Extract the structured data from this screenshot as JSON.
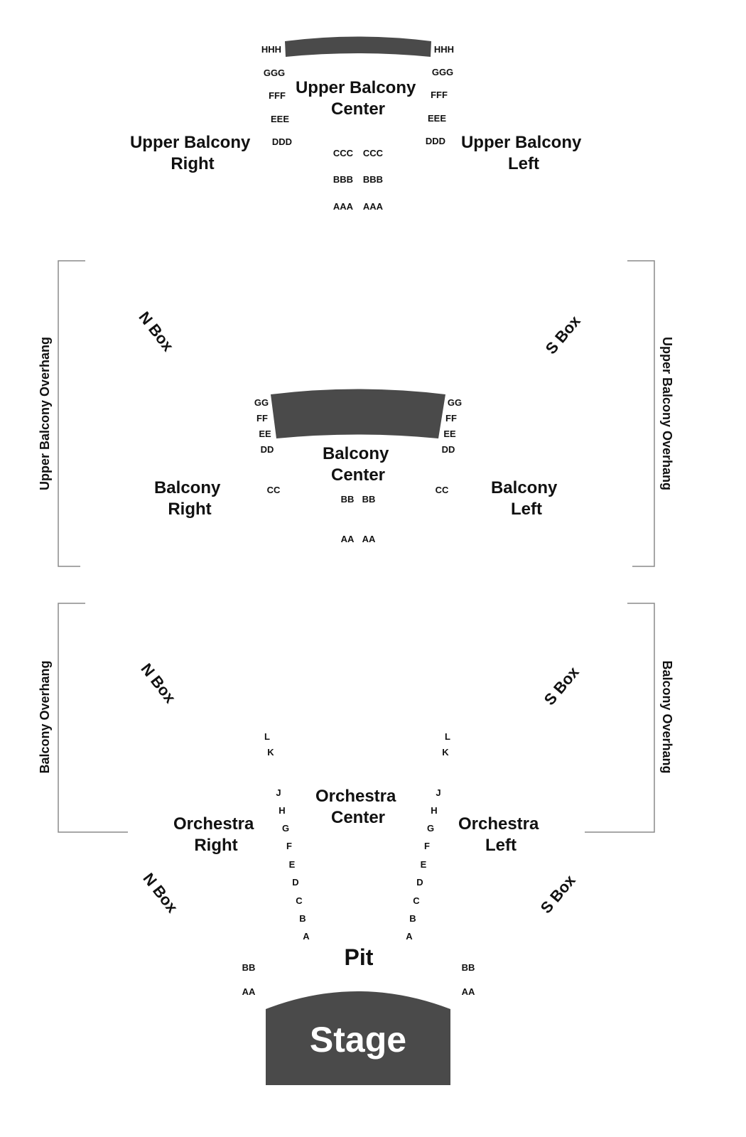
{
  "colors": {
    "shape": "#4a4a4a",
    "text": "#111111",
    "bracket": "#8a8a8a",
    "stage_text": "#ffffff"
  },
  "upper_balcony": {
    "center": [
      "Upper Balcony",
      "Center"
    ],
    "right": [
      "Upper Balcony",
      "Right"
    ],
    "left": [
      "Upper Balcony",
      "Left"
    ],
    "outer_rows": [
      "HHH",
      "GGG",
      "FFF",
      "EEE",
      "DDD"
    ],
    "inner_rows": [
      "CCC",
      "BBB",
      "AAA"
    ]
  },
  "balcony": {
    "center": [
      "Balcony",
      "Center"
    ],
    "right": [
      "Balcony",
      "Right"
    ],
    "left": [
      "Balcony",
      "Left"
    ],
    "outer_rows": [
      "GG",
      "FF",
      "EE",
      "DD",
      "CC"
    ],
    "inner_rows": [
      "BB",
      "AA"
    ],
    "boxes": {
      "left": "N Box",
      "right": "S Box"
    },
    "overhang": "Upper Balcony Overhang"
  },
  "orchestra": {
    "center": [
      "Orchestra",
      "Center"
    ],
    "right": [
      "Orchestra",
      "Right"
    ],
    "left": [
      "Orchestra",
      "Left"
    ],
    "rows": [
      "L",
      "K",
      "J",
      "H",
      "G",
      "F",
      "E",
      "D",
      "C",
      "B",
      "A"
    ],
    "boxes": {
      "left": "N Box",
      "right": "S Box"
    },
    "lower_boxes": {
      "left": "N Box",
      "right": "S Box"
    },
    "overhang": "Balcony Overhang"
  },
  "pit": {
    "label": "Pit",
    "rows": [
      "BB",
      "AA"
    ]
  },
  "stage": {
    "label": "Stage"
  }
}
